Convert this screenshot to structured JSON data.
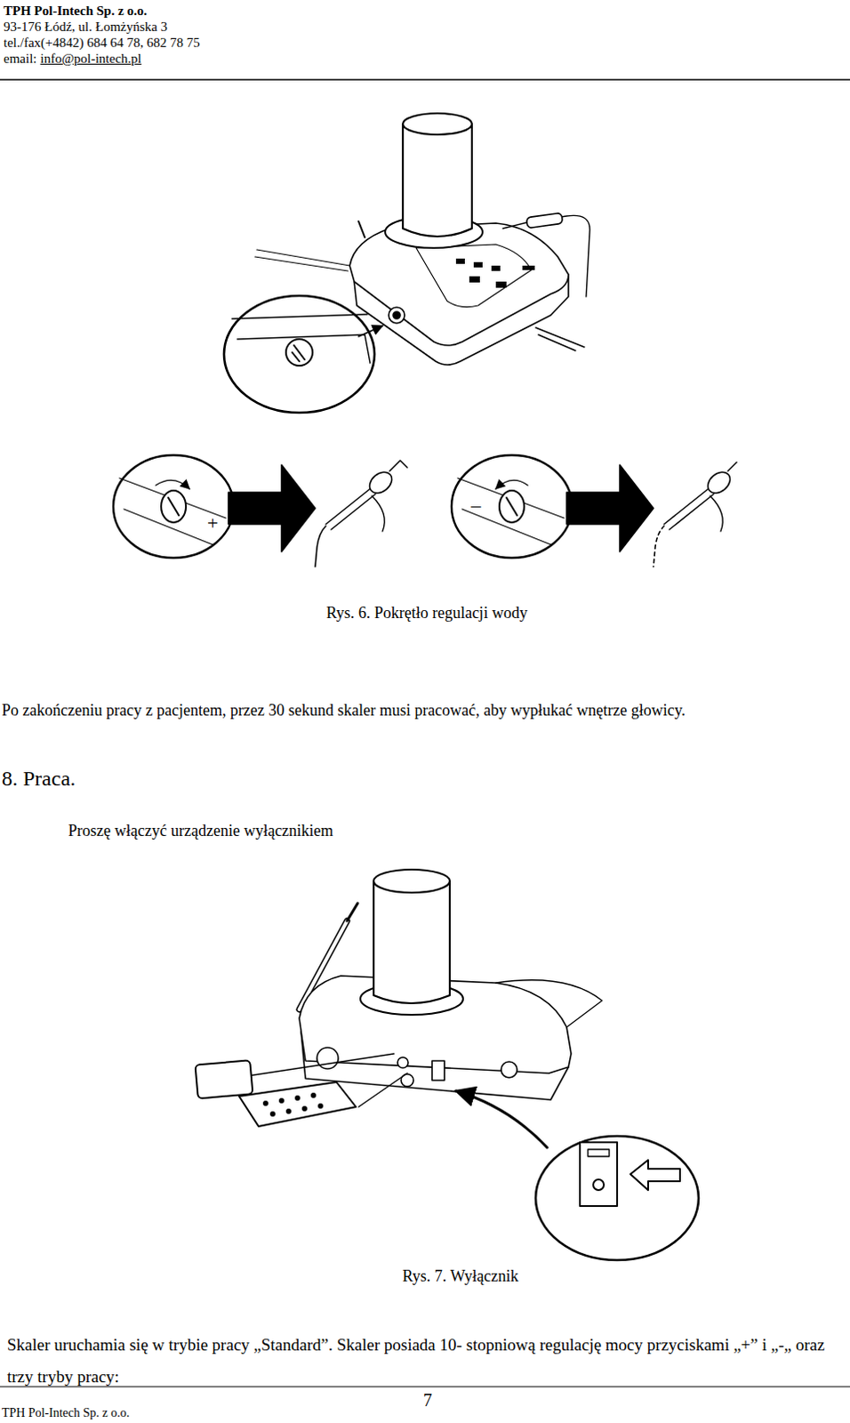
{
  "diagram": {
    "title": "8. Praca.",
    "labels": [
      "TPH Pol-Intech Sp. z o.o.",
      "93-176 Łódź, ul. Łomżyńska 3",
      "tel./fax(+4842) 684 64 78, 682 78 75",
      "email:",
      "info@pol-intech.pl",
      "+",
      "–",
      "Rys. 6. Pokrętło regulacji wody",
      "Po zakończeniu pracy z pacjentem, przez 30 sekund skaler musi pracować, aby wypłukać wnętrze głowicy.",
      "Proszę włączyć urządzenie wyłącznikiem",
      "Rys. 7. Wyłącznik",
      "Skaler uruchamia się w trybie pracy „Standard”. Skaler posiada 10- stopniową regulację mocy przyciskami „+” i „-„ oraz trzy tryby pracy:",
      "7",
      "TPH Pol-Intech Sp. z o.o."
    ]
  }
}
